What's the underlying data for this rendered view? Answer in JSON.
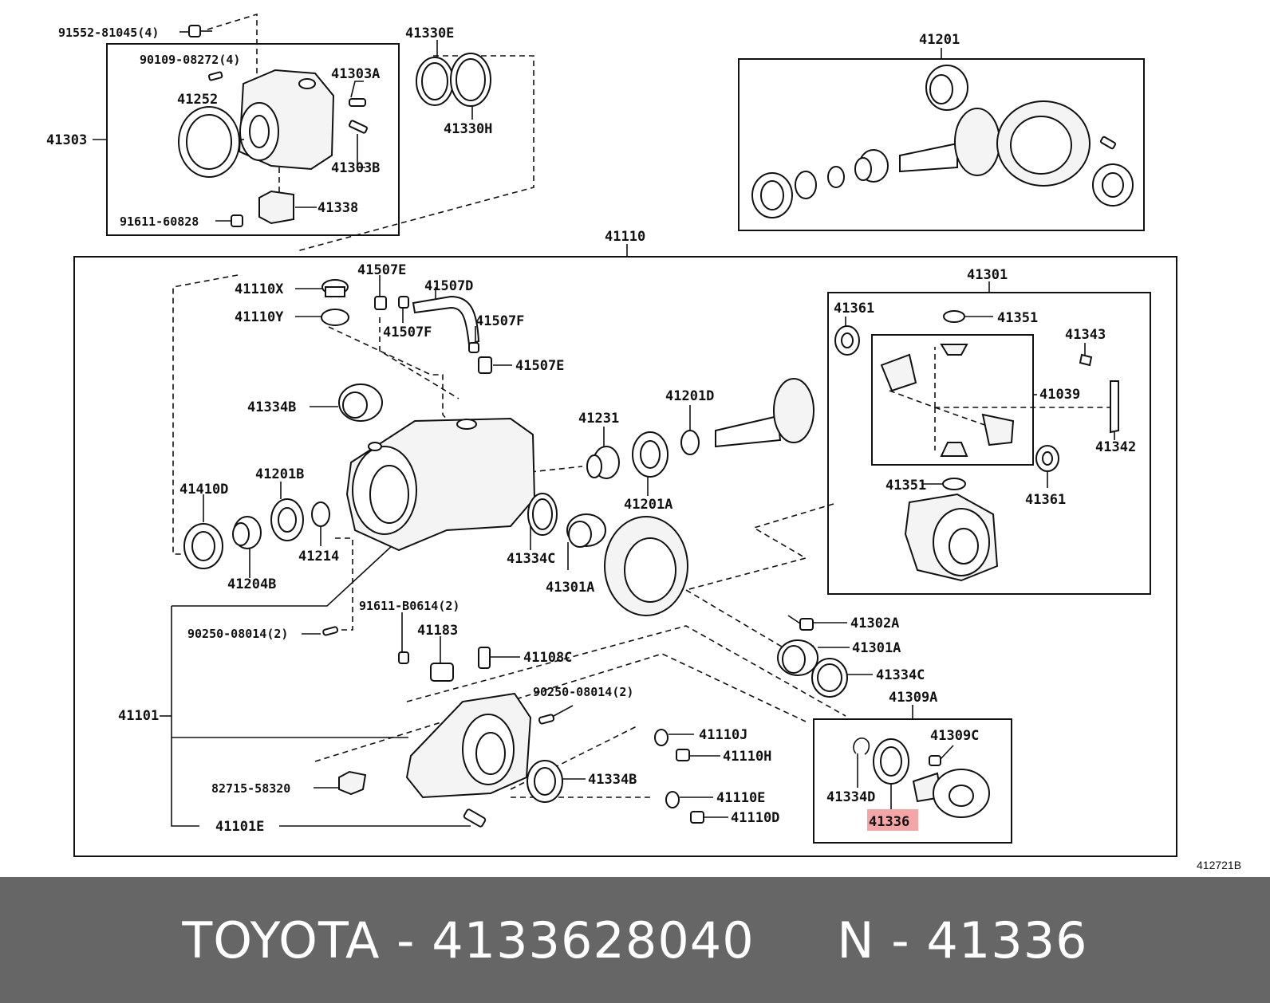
{
  "diagram": {
    "group_labels": {
      "main": "41110",
      "top_left": "41303",
      "top_right": "41201",
      "diff": "41301",
      "inner_diff": "41039",
      "bottom_right": "41309A",
      "case": "41101"
    },
    "callouts": {
      "c91552": "91552-81045(4)",
      "c90109": "90109-08272(4)",
      "c41252": "41252",
      "c41303A": "41303A",
      "c41303B": "41303B",
      "c41338": "41338",
      "c91611a": "91611-60828",
      "c41330E": "41330E",
      "c41330H": "41330H",
      "c41110X": "41110X",
      "c41110Y": "41110Y",
      "c41507E_top": "41507E",
      "c41507D": "41507D",
      "c41507F_left": "41507F",
      "c41507F_right": "41507F",
      "c41507E_low": "41507E",
      "c41334B_top": "41334B",
      "c41231": "41231",
      "c41201D": "41201D",
      "c41410D": "41410D",
      "c41201B": "41201B",
      "c41214": "41214",
      "c41204B": "41204B",
      "c41201A": "41201A",
      "c41334C_left": "41334C",
      "c41301A_left": "41301A",
      "c41361_top": "41361",
      "c41351_top": "41351",
      "c41343": "41343",
      "c41342": "41342",
      "c41351_low": "41351",
      "c41361_low": "41361",
      "c91611b": "91611-B0614(2)",
      "c41183": "41183",
      "c41108C": "41108C",
      "c90250a": "90250-08014(2)",
      "c90250b": "90250-08014(2)",
      "c41302A": "41302A",
      "c41301A_right": "41301A",
      "c41334C_right": "41334C",
      "c41110J": "41110J",
      "c41110H": "41110H",
      "c41334B_low": "41334B",
      "c41110E": "41110E",
      "c41110D": "41110D",
      "c82715": "82715-58320",
      "c41101E": "41101E",
      "c41309C": "41309C",
      "c41334D": "41334D",
      "c41336": "41336"
    },
    "highlight_color": "#f4a6a6",
    "figure_code": "412721B"
  },
  "footer": {
    "text": "TOYOTA - 4133628040     N - 41336",
    "background": "#666666"
  }
}
